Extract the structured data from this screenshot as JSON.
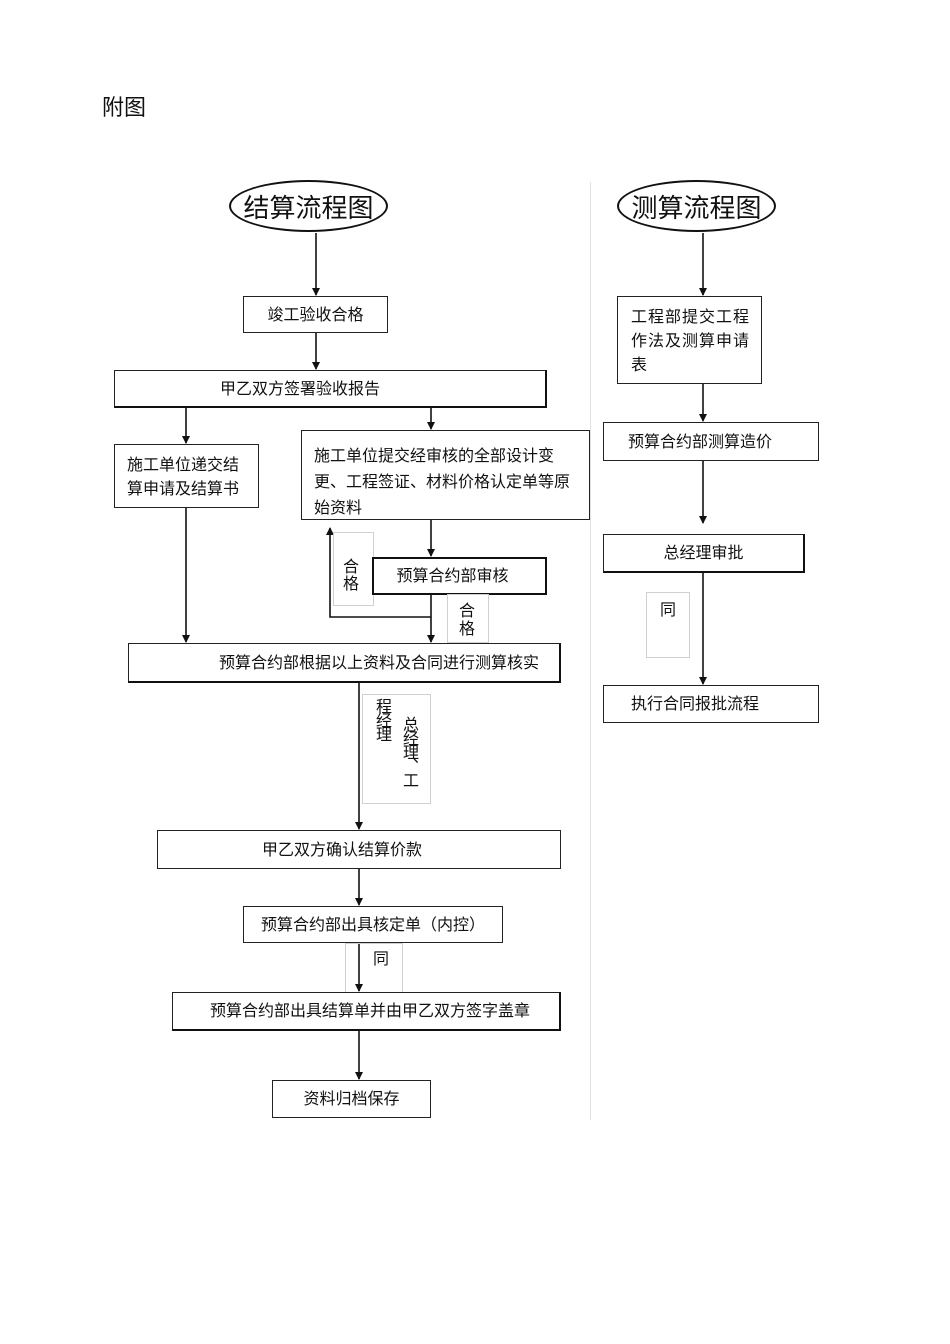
{
  "page": {
    "heading": "附图"
  },
  "settlement": {
    "title": "结算流程图",
    "steps": {
      "acceptance": "竣工验收合格",
      "sign_report": "甲乙双方签署验收报告",
      "submit_application": "施工单位递交结算申请及结算书",
      "submit_materials": "施工单位提交经审核的全部设计变更、工程签证、材料价格认定单等原始资料",
      "budget_review": "预算合约部审核",
      "verify": "预算合约部根据以上资料及合同进行测算核实",
      "confirm_price": "甲乙双方确认结算价款",
      "issue_verification": "预算合约部出具核定单（内控）",
      "issue_statement": "预算合约部出具结算单并由甲乙双方签字盖章",
      "archive": "资料归档保存"
    },
    "notes": {
      "qualified_left_1": "合",
      "qualified_left_2": "格",
      "qualified_right_1": "合",
      "qualified_right_2": "格",
      "managers_col1": "程经理",
      "managers_col2": "总经理、工",
      "agree": "同"
    }
  },
  "estimate": {
    "title": "测算流程图",
    "steps": {
      "submit_request": "工程部提交工程作法及测算申请表",
      "budget_estimate": "预算合约部测算造价",
      "gm_approval": "总经理审批",
      "execute_contract": "执行合同报批流程"
    },
    "notes": {
      "agree": "同"
    }
  }
}
